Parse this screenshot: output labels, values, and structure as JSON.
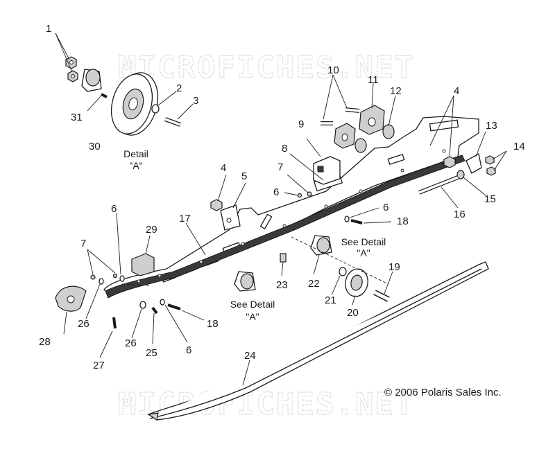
{
  "watermark": {
    "top": "MICROFICHES.NET",
    "bottom": "MICROFICHES.NET"
  },
  "copyright": "© 2006 Polaris Sales Inc.",
  "details": {
    "detail_a": [
      "Detail",
      "\"A\""
    ],
    "see_detail_upper": [
      "See Detail",
      "\"A\""
    ],
    "see_detail_lower": [
      "See Detail",
      "\"A\""
    ]
  },
  "callouts": {
    "c1": "1",
    "c2": "2",
    "c3": "3",
    "c4a": "4",
    "c4b": "4",
    "c5": "5",
    "c6a": "6",
    "c6b": "6",
    "c6c": "6",
    "c6d": "6",
    "c7a": "7",
    "c7b": "7",
    "c8": "8",
    "c9": "9",
    "c10": "10",
    "c11": "11",
    "c12": "12",
    "c13": "13",
    "c14": "14",
    "c15": "15",
    "c16": "16",
    "c17": "17",
    "c18a": "18",
    "c18b": "18",
    "c19": "19",
    "c20": "20",
    "c21": "21",
    "c22": "22",
    "c23": "23",
    "c24": "24",
    "c25": "25",
    "c26a": "26",
    "c26b": "26",
    "c27": "27",
    "c28": "28",
    "c29": "29",
    "c30": "30",
    "c31": "31"
  }
}
